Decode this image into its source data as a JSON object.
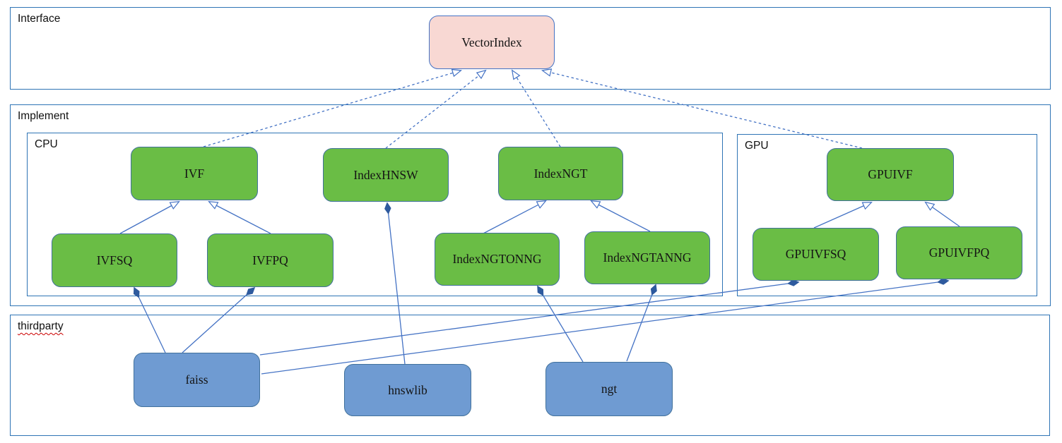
{
  "containers": {
    "interface": {
      "label": "Interface"
    },
    "implement": {
      "label": "Implement"
    },
    "cpu": {
      "label": "CPU"
    },
    "gpu": {
      "label": "GPU"
    },
    "thirdparty": {
      "label": "thirdparty"
    }
  },
  "nodes": {
    "vectorindex": {
      "label": "VectorIndex",
      "kind": "interface"
    },
    "ivf": {
      "label": "IVF",
      "kind": "implementation"
    },
    "indexhnsw": {
      "label": "IndexHNSW",
      "kind": "implementation"
    },
    "indexngt": {
      "label": "IndexNGT",
      "kind": "implementation"
    },
    "ivfsq": {
      "label": "IVFSQ",
      "kind": "implementation"
    },
    "ivfpq": {
      "label": "IVFPQ",
      "kind": "implementation"
    },
    "indexngtonng": {
      "label": "IndexNGTONNG",
      "kind": "implementation"
    },
    "indexngtanng": {
      "label": "IndexNGTANNG",
      "kind": "implementation"
    },
    "gpuivf": {
      "label": "GPUIVF",
      "kind": "implementation"
    },
    "gpuivfsq": {
      "label": "GPUIVFSQ",
      "kind": "implementation"
    },
    "gpuivfpq": {
      "label": "GPUIVFPQ",
      "kind": "implementation"
    },
    "faiss": {
      "label": "faiss",
      "kind": "thirdparty"
    },
    "hnswlib": {
      "label": "hnswlib",
      "kind": "thirdparty"
    },
    "ngt": {
      "label": "ngt",
      "kind": "thirdparty"
    }
  },
  "edges": [
    {
      "from": "ivf",
      "to": "vectorindex",
      "type": "realizes"
    },
    {
      "from": "indexhnsw",
      "to": "vectorindex",
      "type": "realizes"
    },
    {
      "from": "indexngt",
      "to": "vectorindex",
      "type": "realizes"
    },
    {
      "from": "gpuivf",
      "to": "vectorindex",
      "type": "realizes"
    },
    {
      "from": "ivfsq",
      "to": "ivf",
      "type": "inherits"
    },
    {
      "from": "ivfpq",
      "to": "ivf",
      "type": "inherits"
    },
    {
      "from": "indexngtonng",
      "to": "indexngt",
      "type": "inherits"
    },
    {
      "from": "indexngtanng",
      "to": "indexngt",
      "type": "inherits"
    },
    {
      "from": "gpuivfsq",
      "to": "gpuivf",
      "type": "inherits"
    },
    {
      "from": "gpuivfpq",
      "to": "gpuivf",
      "type": "inherits"
    },
    {
      "from": "hnswlib",
      "to": "indexhnsw",
      "type": "composes"
    },
    {
      "from": "faiss",
      "to": "ivfsq",
      "type": "composes"
    },
    {
      "from": "faiss",
      "to": "ivfpq",
      "type": "composes"
    },
    {
      "from": "ngt",
      "to": "indexngtonng",
      "type": "composes"
    },
    {
      "from": "ngt",
      "to": "indexngtanng",
      "type": "composes"
    },
    {
      "from": "faiss",
      "to": "gpuivfsq",
      "type": "composes"
    },
    {
      "from": "faiss",
      "to": "gpuivfpq",
      "type": "composes"
    }
  ],
  "colors": {
    "container_border": "#2e74b5",
    "node_border": "#41719c",
    "green_fill": "#6abd45",
    "pink_fill": "#f8d8d3",
    "pink_border": "#4472c4",
    "blue_fill": "#6f9bd2",
    "connector": "#4472c4",
    "diamond_fill": "#2e5a9e",
    "spellcheck": "#cc0000"
  }
}
